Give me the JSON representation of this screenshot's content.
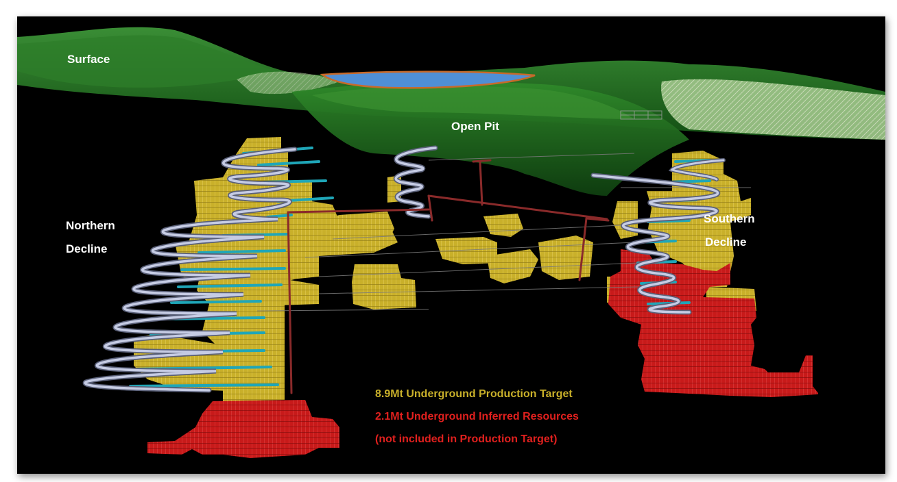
{
  "labels": {
    "surface": "Surface",
    "open_pit": "Open Pit",
    "northern_decline_line1": "Northern",
    "northern_decline_line2": "Decline",
    "southern_decline_line1": "Southern",
    "southern_decline_line2": "Decline"
  },
  "legend": {
    "production_target": "8.9Mt Underground Production Target",
    "inferred_resources": "2.1Mt Underground Inferred Resources",
    "inferred_note": "(not included in Production Target)"
  },
  "colors": {
    "background": "#000000",
    "surface_green": "#1e7a1e",
    "pit_lake": "#4f8fd6",
    "production_target": "#c9b02a",
    "inferred_resources": "#c81a1a",
    "decline_ramp": "#b8c0d8",
    "development_drive": "#1fa6b8",
    "shaft": "#8a2a2a"
  }
}
